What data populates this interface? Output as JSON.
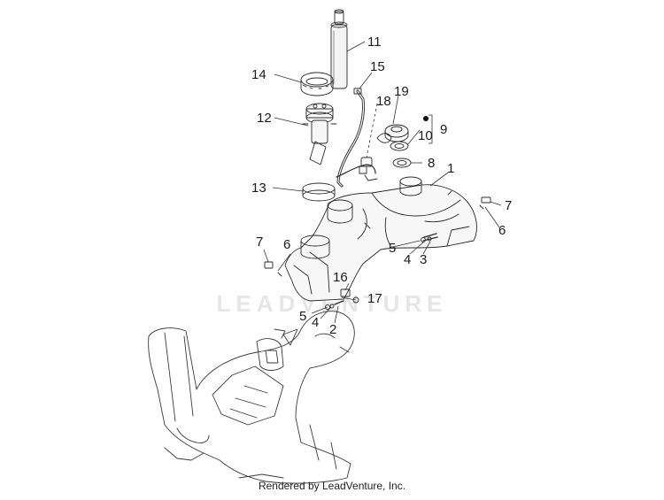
{
  "watermark": "LEADVENTURE",
  "footer": "Rendered by LeadVenture, Inc.",
  "callouts": {
    "c1": "1",
    "c2": "2",
    "c3": "3",
    "c4a": "4",
    "c4b": "4",
    "c5a": "5",
    "c5b": "5",
    "c6a": "6",
    "c6b": "6",
    "c7a": "7",
    "c7b": "7",
    "c8": "8",
    "c9": "9",
    "c10": "10",
    "c11": "11",
    "c12": "12",
    "c13": "13",
    "c14": "14",
    "c15": "15",
    "c16": "16",
    "c17": "17",
    "c18": "18",
    "c19": "19"
  }
}
